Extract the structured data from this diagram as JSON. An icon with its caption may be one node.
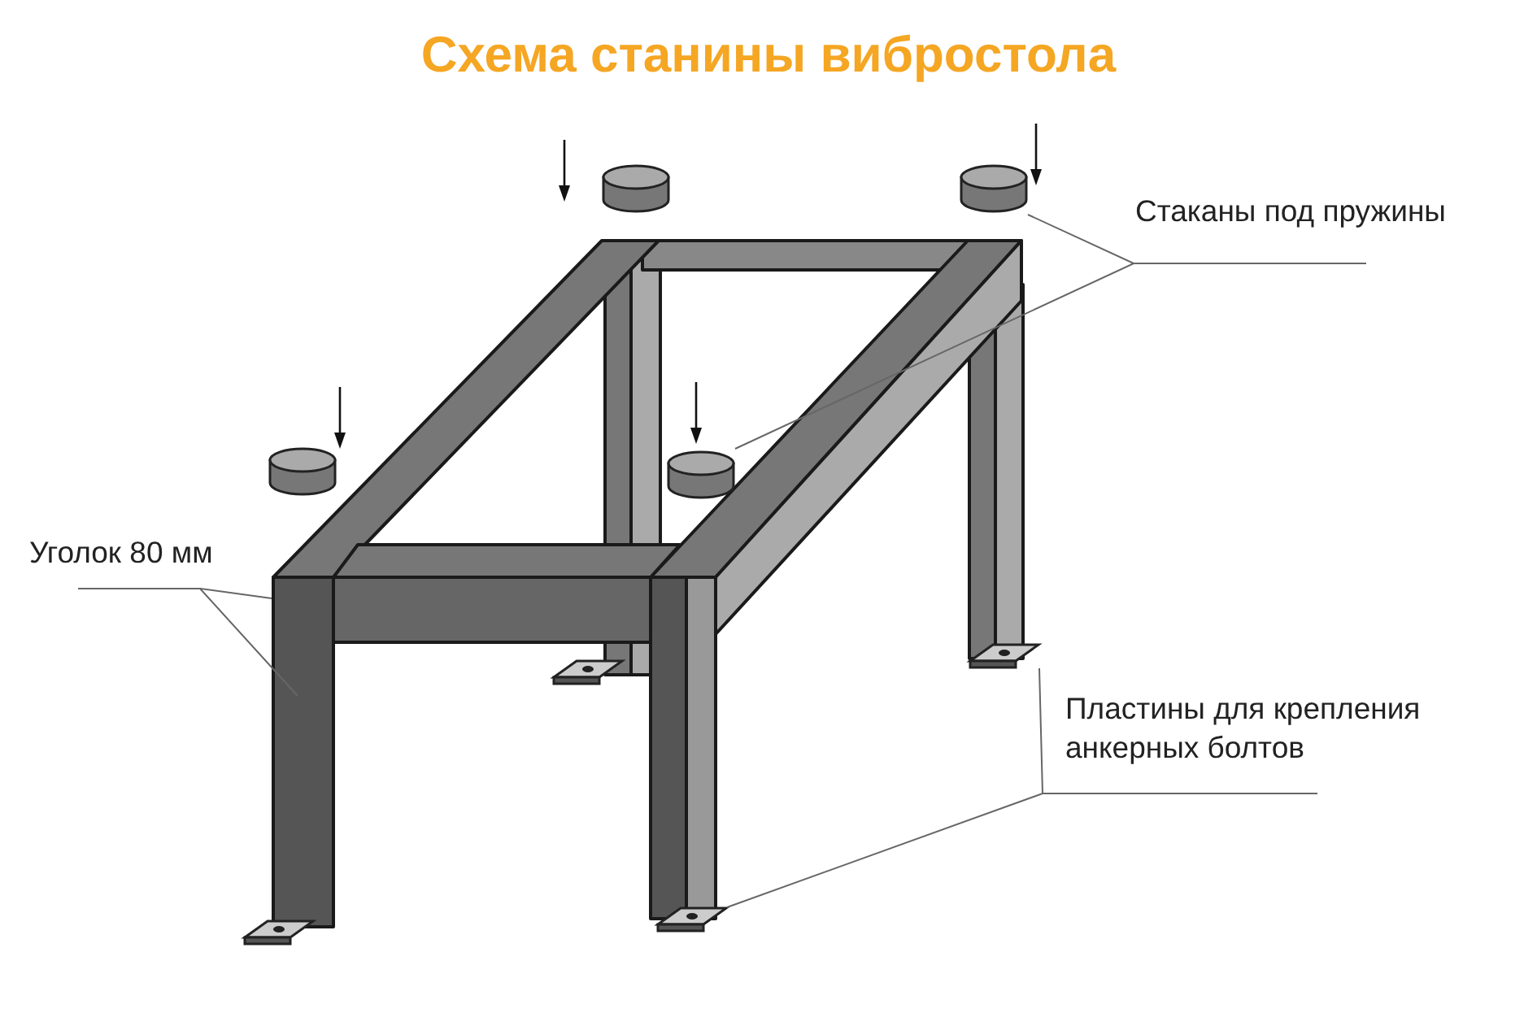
{
  "diagram": {
    "title": "Схема станины вибростола",
    "nodes": [
      {
        "text": [
          "Стаканы под пружины"
        ]
      },
      {
        "text": [
          "Уголок 80 мм"
        ]
      },
      {
        "text": [
          "Пластины для крепления анкерных болтов"
        ]
      },
      {
        "text": [],
        "shape": "cylinder"
      },
      {
        "text": [],
        "shape": "cylinder"
      },
      {
        "text": [],
        "shape": "cylinder"
      },
      {
        "text": [],
        "shape": "cylinder"
      },
      {
        "text": [],
        "shape": "plate"
      },
      {
        "text": [],
        "shape": "plate"
      },
      {
        "text": [],
        "shape": "plate"
      },
      {
        "text": [],
        "shape": "plate"
      }
    ],
    "edges": [
      {
        "from": 0,
        "to": 6,
        "arrow": "none"
      },
      {
        "from": 0,
        "to": 5,
        "arrow": "none"
      },
      {
        "from": 1,
        "to": null,
        "arrow": "none"
      },
      {
        "from": 1,
        "to": null,
        "arrow": "none"
      },
      {
        "from": 2,
        "to": 10,
        "arrow": "none"
      },
      {
        "from": 2,
        "to": 9,
        "arrow": "none"
      }
    ]
  }
}
